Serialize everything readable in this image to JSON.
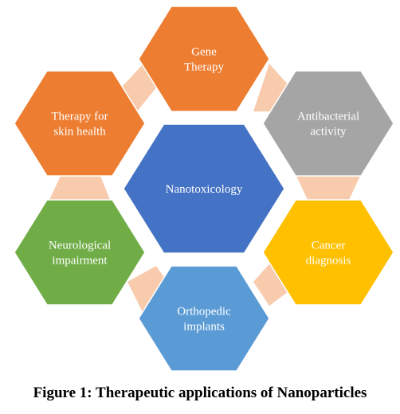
{
  "diagram": {
    "center": {
      "label": [
        "Nanotoxicology"
      ],
      "color": "#4472C4"
    },
    "nodes": [
      {
        "id": "gene-therapy",
        "label": [
          "Gene",
          "Therapy"
        ],
        "color": "#ED7D31"
      },
      {
        "id": "antibacterial-activity",
        "label": [
          "Antibacterial",
          "activity"
        ],
        "color": "#A5A5A5"
      },
      {
        "id": "cancer-diagnosis",
        "label": [
          "Cancer",
          "diagnosis"
        ],
        "color": "#FFC000"
      },
      {
        "id": "orthopedic-implants",
        "label": [
          "Orthopedic",
          "implants"
        ],
        "color": "#5B9BD5"
      },
      {
        "id": "neurological-impairment",
        "label": [
          "Neurological",
          "impairment"
        ],
        "color": "#70AD47"
      },
      {
        "id": "therapy-for-skin-health",
        "label": [
          "Therapy for",
          "skin health"
        ],
        "color": "#ED7D31"
      }
    ],
    "connector_color": "#F8CBAD"
  },
  "caption": "Figure 1: Therapeutic applications of Nanoparticles"
}
